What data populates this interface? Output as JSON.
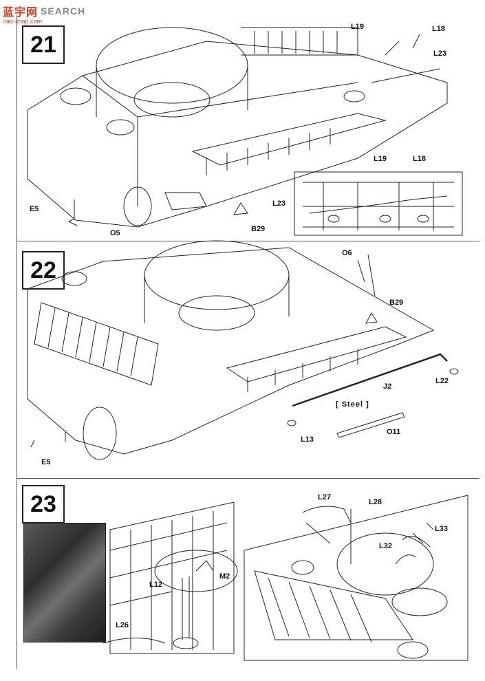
{
  "watermark": {
    "logo_text": "蓝宇网",
    "site_name": "SEARCH",
    "url": "nao-shop.com"
  },
  "steps": [
    {
      "number": "21"
    },
    {
      "number": "22"
    },
    {
      "number": "23"
    }
  ],
  "step21": {
    "callouts": [
      "L19",
      "L18",
      "L23",
      "E5",
      "O5",
      "B29"
    ],
    "inset_callouts": [
      "L19",
      "L18",
      "L23"
    ]
  },
  "step22": {
    "callouts": [
      "O6",
      "B29",
      "J2",
      "L22",
      "O11",
      "L13",
      "E5"
    ],
    "material_note": "[ Steel ]"
  },
  "step23": {
    "callouts_left": [
      "L12",
      "M2",
      "L26"
    ],
    "callouts_right": [
      "L27",
      "L28",
      "L33",
      "L32"
    ]
  }
}
